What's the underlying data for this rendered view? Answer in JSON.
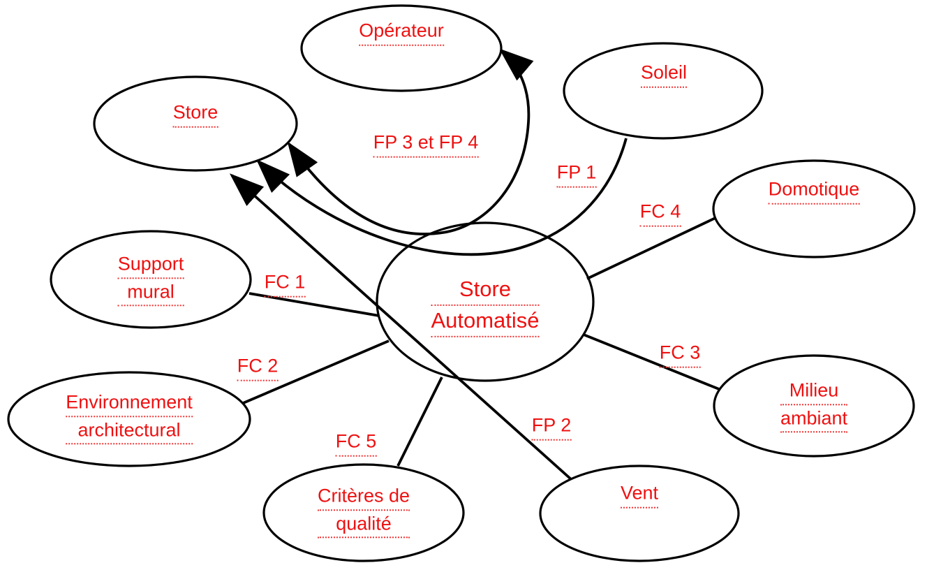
{
  "diagram": {
    "type": "pieuvre-functional-analysis",
    "colors": {
      "text": "#ee1111",
      "stroke": "#000000",
      "background": "#ffffff"
    },
    "nodes": {
      "central": {
        "line1": "Store",
        "line2": "Automatisé"
      },
      "operateur": {
        "label": "Opérateur"
      },
      "store": {
        "label": "Store"
      },
      "soleil": {
        "label": "Soleil"
      },
      "domotique": {
        "label": "Domotique"
      },
      "support_mural": {
        "line1": "Support",
        "line2": "mural"
      },
      "environnement": {
        "line1": "Environnement",
        "line2": "architectural"
      },
      "criteres": {
        "line1": "Critères de",
        "line2": "qualité"
      },
      "vent": {
        "label": "Vent"
      },
      "milieu_ambiant": {
        "line1": "Milieu",
        "line2": "ambiant"
      }
    },
    "links": {
      "fp1": {
        "label": "FP 1"
      },
      "fp2": {
        "label": "FP 2"
      },
      "fp34": {
        "label": "FP 3 et FP 4"
      },
      "fc1": {
        "label": "FC 1"
      },
      "fc2": {
        "label": "FC 2"
      },
      "fc3": {
        "label": "FC 3"
      },
      "fc4": {
        "label": "FC 4"
      },
      "fc5": {
        "label": "FC 5"
      }
    }
  }
}
